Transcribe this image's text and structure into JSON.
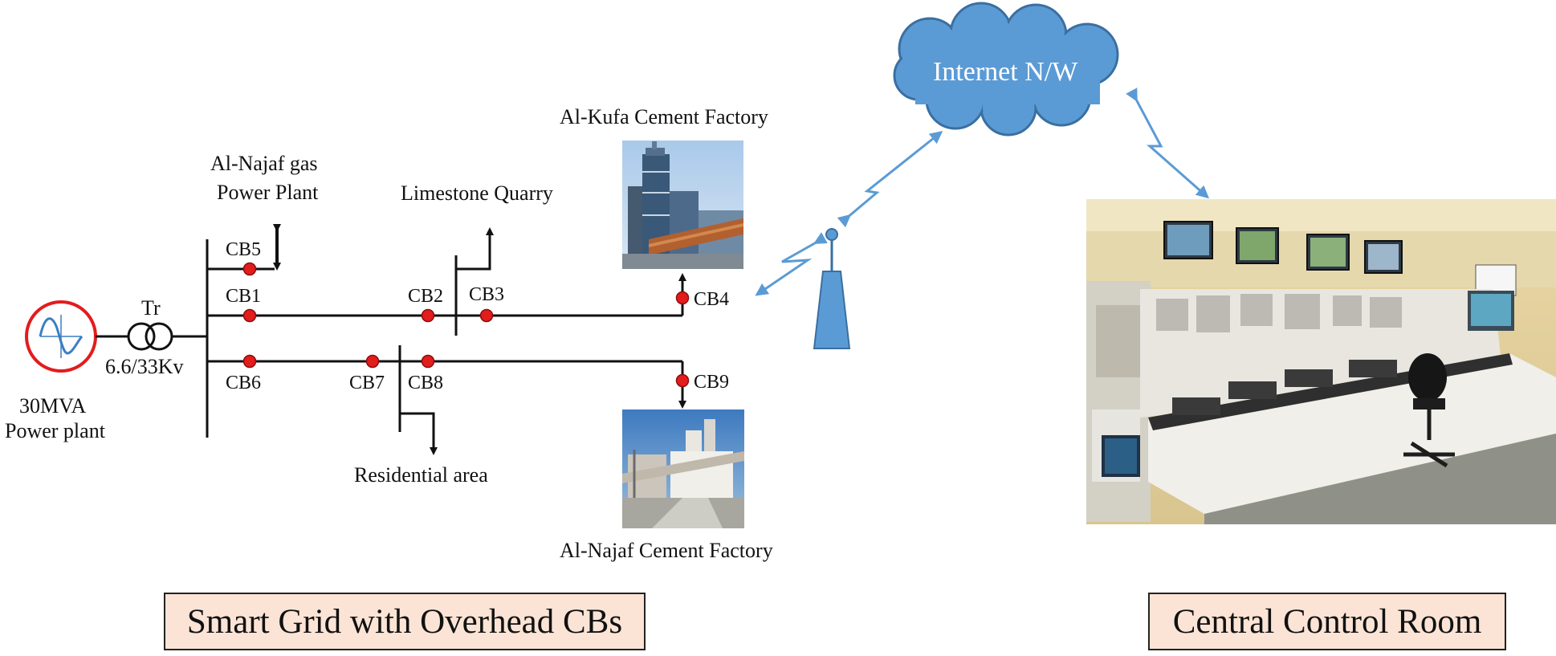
{
  "colors": {
    "breaker": "#e31c1c",
    "breaker_outline": "#8a0f0f",
    "line": "#111111",
    "network": "#5b9bd5",
    "network_border": "#3a6fa0",
    "caption_fill": "#fbe4d6",
    "generator_ring": "#e31c1c",
    "sine": "#3b7fc4"
  },
  "icons": {
    "generator": "generator-icon",
    "transformer": "transformer-icon",
    "tower": "radio-tower-icon",
    "cloud": "cloud-icon",
    "wireless_link": "lightning-link-icon"
  },
  "source": {
    "rating": "30MVA",
    "label": "Power plant"
  },
  "transformer": {
    "name": "Tr",
    "ratio": "6.6/33Kv"
  },
  "loads": {
    "gas_plant": [
      "Al-Najaf gas",
      "Power Plant"
    ],
    "quarry": "Limestone Quarry",
    "kufa": "Al-Kufa Cement Factory",
    "najaf_cement": "Al-Najaf Cement Factory",
    "residential": "Residential area"
  },
  "breakers": {
    "cb1": "CB1",
    "cb2": "CB2",
    "cb3": "CB3",
    "cb4": "CB4",
    "cb5": "CB5",
    "cb6": "CB6",
    "cb7": "CB7",
    "cb8": "CB8",
    "cb9": "CB9"
  },
  "network": {
    "label": "Internet N/W"
  },
  "captions": {
    "grid": "Smart Grid with Overhead CBs",
    "control_room": "Central Control Room"
  }
}
